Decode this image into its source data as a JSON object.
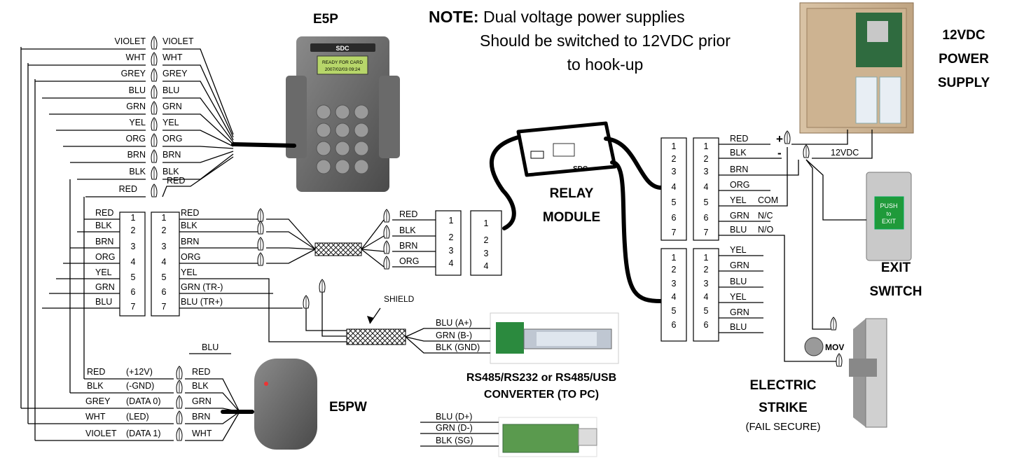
{
  "titles": {
    "e5p": "E5P",
    "note_bold": "NOTE:",
    "note_line1": " Dual voltage power supplies",
    "note_line2": "Should be switched to 12VDC prior",
    "note_line3": "to hook-up",
    "psu_1": "12VDC",
    "psu_2": "POWER",
    "psu_3": "SUPPLY",
    "relay_1": "RELAY",
    "relay_2": "MODULE",
    "exit_1": "EXIT",
    "exit_2": "SWITCH",
    "strike_1": "ELECTRIC",
    "strike_2": "STRIKE",
    "strike_3": "(FAIL SECURE)",
    "conv_1": "RS485/RS232 or RS485/USB",
    "conv_2": "CONVERTER (TO PC)",
    "e5pw": "E5PW",
    "shield": "SHIELD",
    "mov": "MOV",
    "v12": "12VDC"
  },
  "devices": {
    "keypad_screen_line1": "READY FOR CARD",
    "keypad_screen_line2": "2007/02/03  09:24",
    "keypad_brand": "SDC",
    "relay_brand": "SDC",
    "exit_button_1": "PUSH",
    "exit_button_2": "to",
    "exit_button_3": "EXIT"
  },
  "e5p_splices": [
    {
      "left": "VIOLET",
      "right": "VIOLET"
    },
    {
      "left": "WHT",
      "right": "WHT"
    },
    {
      "left": "GREY",
      "right": "GREY"
    },
    {
      "left": "BLU",
      "right": "BLU"
    },
    {
      "left": "GRN",
      "right": "GRN"
    },
    {
      "left": "YEL",
      "right": "YEL"
    },
    {
      "left": "ORG",
      "right": "ORG"
    },
    {
      "left": "BRN",
      "right": "BRN"
    },
    {
      "left": "BLK",
      "right": "BLK"
    },
    {
      "left": "RED",
      "right": "RED"
    }
  ],
  "tb_left_wires": [
    "RED",
    "BLK",
    "BRN",
    "ORG",
    "YEL",
    "GRN",
    "BLU"
  ],
  "tb_numbers": [
    "1",
    "2",
    "3",
    "4",
    "5",
    "6",
    "7"
  ],
  "tb_right_wires": [
    "RED",
    "BLK",
    "BRN",
    "ORG",
    "YEL",
    "GRN (TR-)",
    "BLU (TR+)"
  ],
  "relay_in_wires": [
    "RED",
    "BLK",
    "BRN",
    "ORG"
  ],
  "relay_in_numbers": [
    "1",
    "2",
    "3",
    "4"
  ],
  "rs485_wires": [
    "BLU  (A+)",
    "GRN  (B-)",
    "BLK (GND)"
  ],
  "usb_wires": [
    "BLU  (D+)",
    "GRN  (D-)",
    "BLK (SG)"
  ],
  "out1_numbers": [
    "1",
    "2",
    "3",
    "4",
    "5",
    "6",
    "7"
  ],
  "out1_wires": [
    "RED",
    "BLK",
    "BRN",
    "ORG",
    "YEL",
    "GRN",
    "BLU"
  ],
  "out1_extra": [
    "+",
    "-",
    "",
    "",
    "COM",
    "N/C",
    "N/O"
  ],
  "out2_numbers": [
    "1",
    "2",
    "3",
    "4",
    "5",
    "6"
  ],
  "out2_wires": [
    "YEL",
    "GRN",
    "BLU",
    "YEL",
    "GRN",
    "BLU"
  ],
  "e5pw_top": "BLU",
  "e5pw_rows": [
    {
      "color": "RED",
      "func": "(+12V)",
      "reader": "RED"
    },
    {
      "color": "BLK",
      "func": "(-GND)",
      "reader": "BLK"
    },
    {
      "color": "GREY",
      "func": "(DATA 0)",
      "reader": "GRN"
    },
    {
      "color": "WHT",
      "func": "(LED)",
      "reader": "BRN"
    },
    {
      "color": "VIOLET",
      "func": "(DATA 1)",
      "reader": "WHT"
    }
  ]
}
